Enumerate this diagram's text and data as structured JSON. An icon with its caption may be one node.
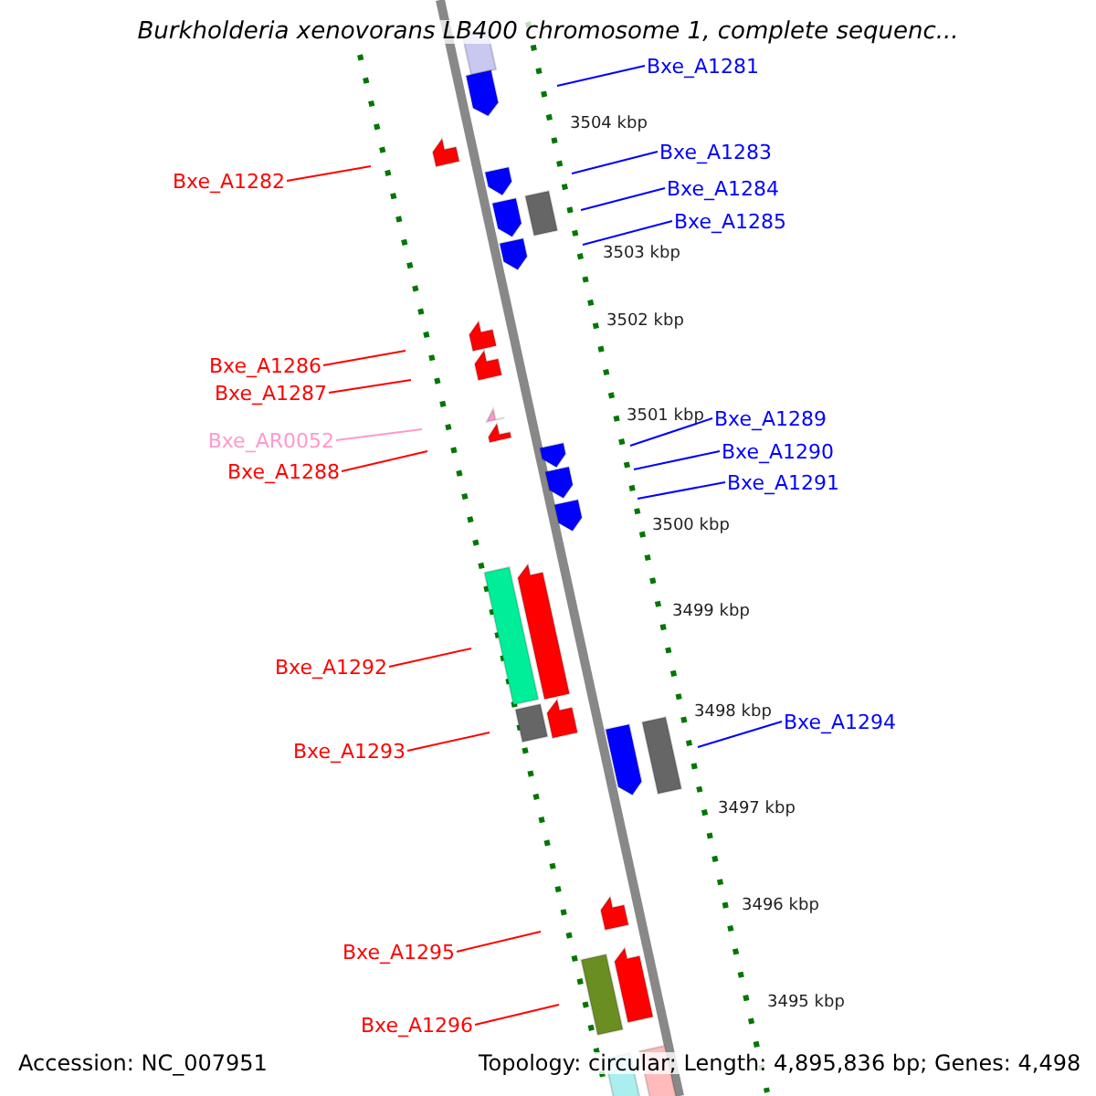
{
  "diagram": {
    "title": "Burkholderia xenovorans LB400 chromosome 1, complete sequenc...",
    "nodes": [
      {
        "text": [
          "Bxe_A1281"
        ]
      },
      {
        "text": [
          "Bxe_A1282"
        ]
      },
      {
        "text": [
          "Bxe_A1283"
        ]
      },
      {
        "text": [
          "Bxe_A1284"
        ]
      },
      {
        "text": [
          "Bxe_A1285"
        ]
      },
      {
        "text": [
          "Bxe_A1286"
        ]
      },
      {
        "text": [
          "Bxe_A1287"
        ]
      },
      {
        "text": [
          "Bxe_AR0052"
        ]
      },
      {
        "text": [
          "Bxe_A1288"
        ]
      },
      {
        "text": [
          "Bxe_A1289"
        ]
      },
      {
        "text": [
          "Bxe_A1290"
        ]
      },
      {
        "text": [
          "Bxe_A1291"
        ]
      },
      {
        "text": [
          "Bxe_A1292"
        ]
      },
      {
        "text": [
          "Bxe_A1293"
        ]
      },
      {
        "text": [
          "Bxe_A1294"
        ]
      },
      {
        "text": [
          "Bxe_A1295"
        ]
      },
      {
        "text": [
          "Bxe_A1296"
        ]
      }
    ],
    "edges": [
      {
        "from": 0,
        "to": null,
        "arrow": "none",
        "color": "#0000ff"
      },
      {
        "from": 1,
        "to": null,
        "arrow": "none",
        "color": "#ff0000"
      },
      {
        "from": 2,
        "to": null,
        "arrow": "none",
        "color": "#0000ff"
      },
      {
        "from": 3,
        "to": null,
        "arrow": "none",
        "color": "#0000ff"
      },
      {
        "from": 4,
        "to": null,
        "arrow": "none",
        "color": "#0000ff"
      },
      {
        "from": 5,
        "to": null,
        "arrow": "none",
        "color": "#ff0000"
      },
      {
        "from": 6,
        "to": null,
        "arrow": "none",
        "color": "#ff0000"
      },
      {
        "from": 7,
        "to": null,
        "arrow": "none",
        "color": "#ff99cc"
      },
      {
        "from": 8,
        "to": null,
        "arrow": "none",
        "color": "#ff0000"
      },
      {
        "from": 9,
        "to": null,
        "arrow": "none",
        "color": "#0000ff"
      },
      {
        "from": 10,
        "to": null,
        "arrow": "none",
        "color": "#0000ff"
      },
      {
        "from": 11,
        "to": null,
        "arrow": "none",
        "color": "#0000ff"
      },
      {
        "from": 12,
        "to": null,
        "arrow": "none",
        "color": "#ff0000"
      },
      {
        "from": 13,
        "to": null,
        "arrow": "none",
        "color": "#ff0000"
      },
      {
        "from": 14,
        "to": null,
        "arrow": "none",
        "color": "#0000ff"
      },
      {
        "from": 15,
        "to": null,
        "arrow": "none",
        "color": "#ff0000"
      },
      {
        "from": 16,
        "to": null,
        "arrow": "none",
        "color": "#ff0000"
      }
    ],
    "labels": [
      "3504 kbp",
      "3503 kbp",
      "3502 kbp",
      "3501 kbp",
      "3500 kbp",
      "3499 kbp",
      "3498 kbp",
      "3497 kbp",
      "3496 kbp",
      "3495 kbp",
      "Accession: NC_007951",
      "Topology: circular; Length: 4,895,836 bp; Genes: 4,498"
    ]
  }
}
